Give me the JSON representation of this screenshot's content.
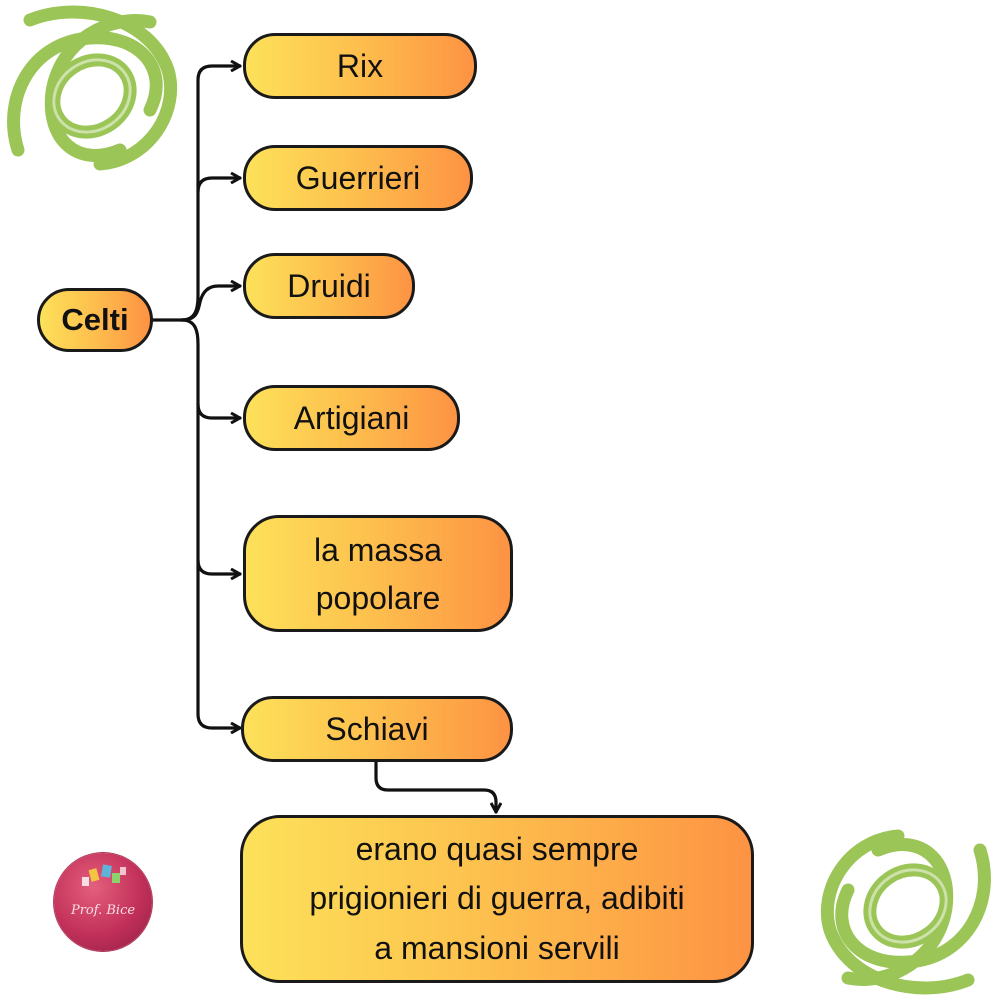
{
  "diagram": {
    "root": {
      "label": "Celti"
    },
    "children": [
      {
        "id": "rix",
        "lines": [
          "Rix"
        ]
      },
      {
        "id": "guerrieri",
        "lines": [
          "Guerrieri"
        ]
      },
      {
        "id": "druidi",
        "lines": [
          "Druidi"
        ]
      },
      {
        "id": "artigiani",
        "lines": [
          "Artigiani"
        ]
      },
      {
        "id": "massa",
        "lines": [
          "la massa",
          "popolare"
        ]
      },
      {
        "id": "schiavi",
        "lines": [
          "Schiavi"
        ]
      }
    ],
    "detail": {
      "lines": [
        "erano quasi sempre",
        "prigionieri di guerra, adibiti",
        "a mansioni servili"
      ]
    }
  },
  "decorations": {
    "knot_color": "#9bc556",
    "node_gradient": [
      "#fde15a",
      "#fd9343"
    ],
    "logo_signature": "Prof. Bice"
  }
}
